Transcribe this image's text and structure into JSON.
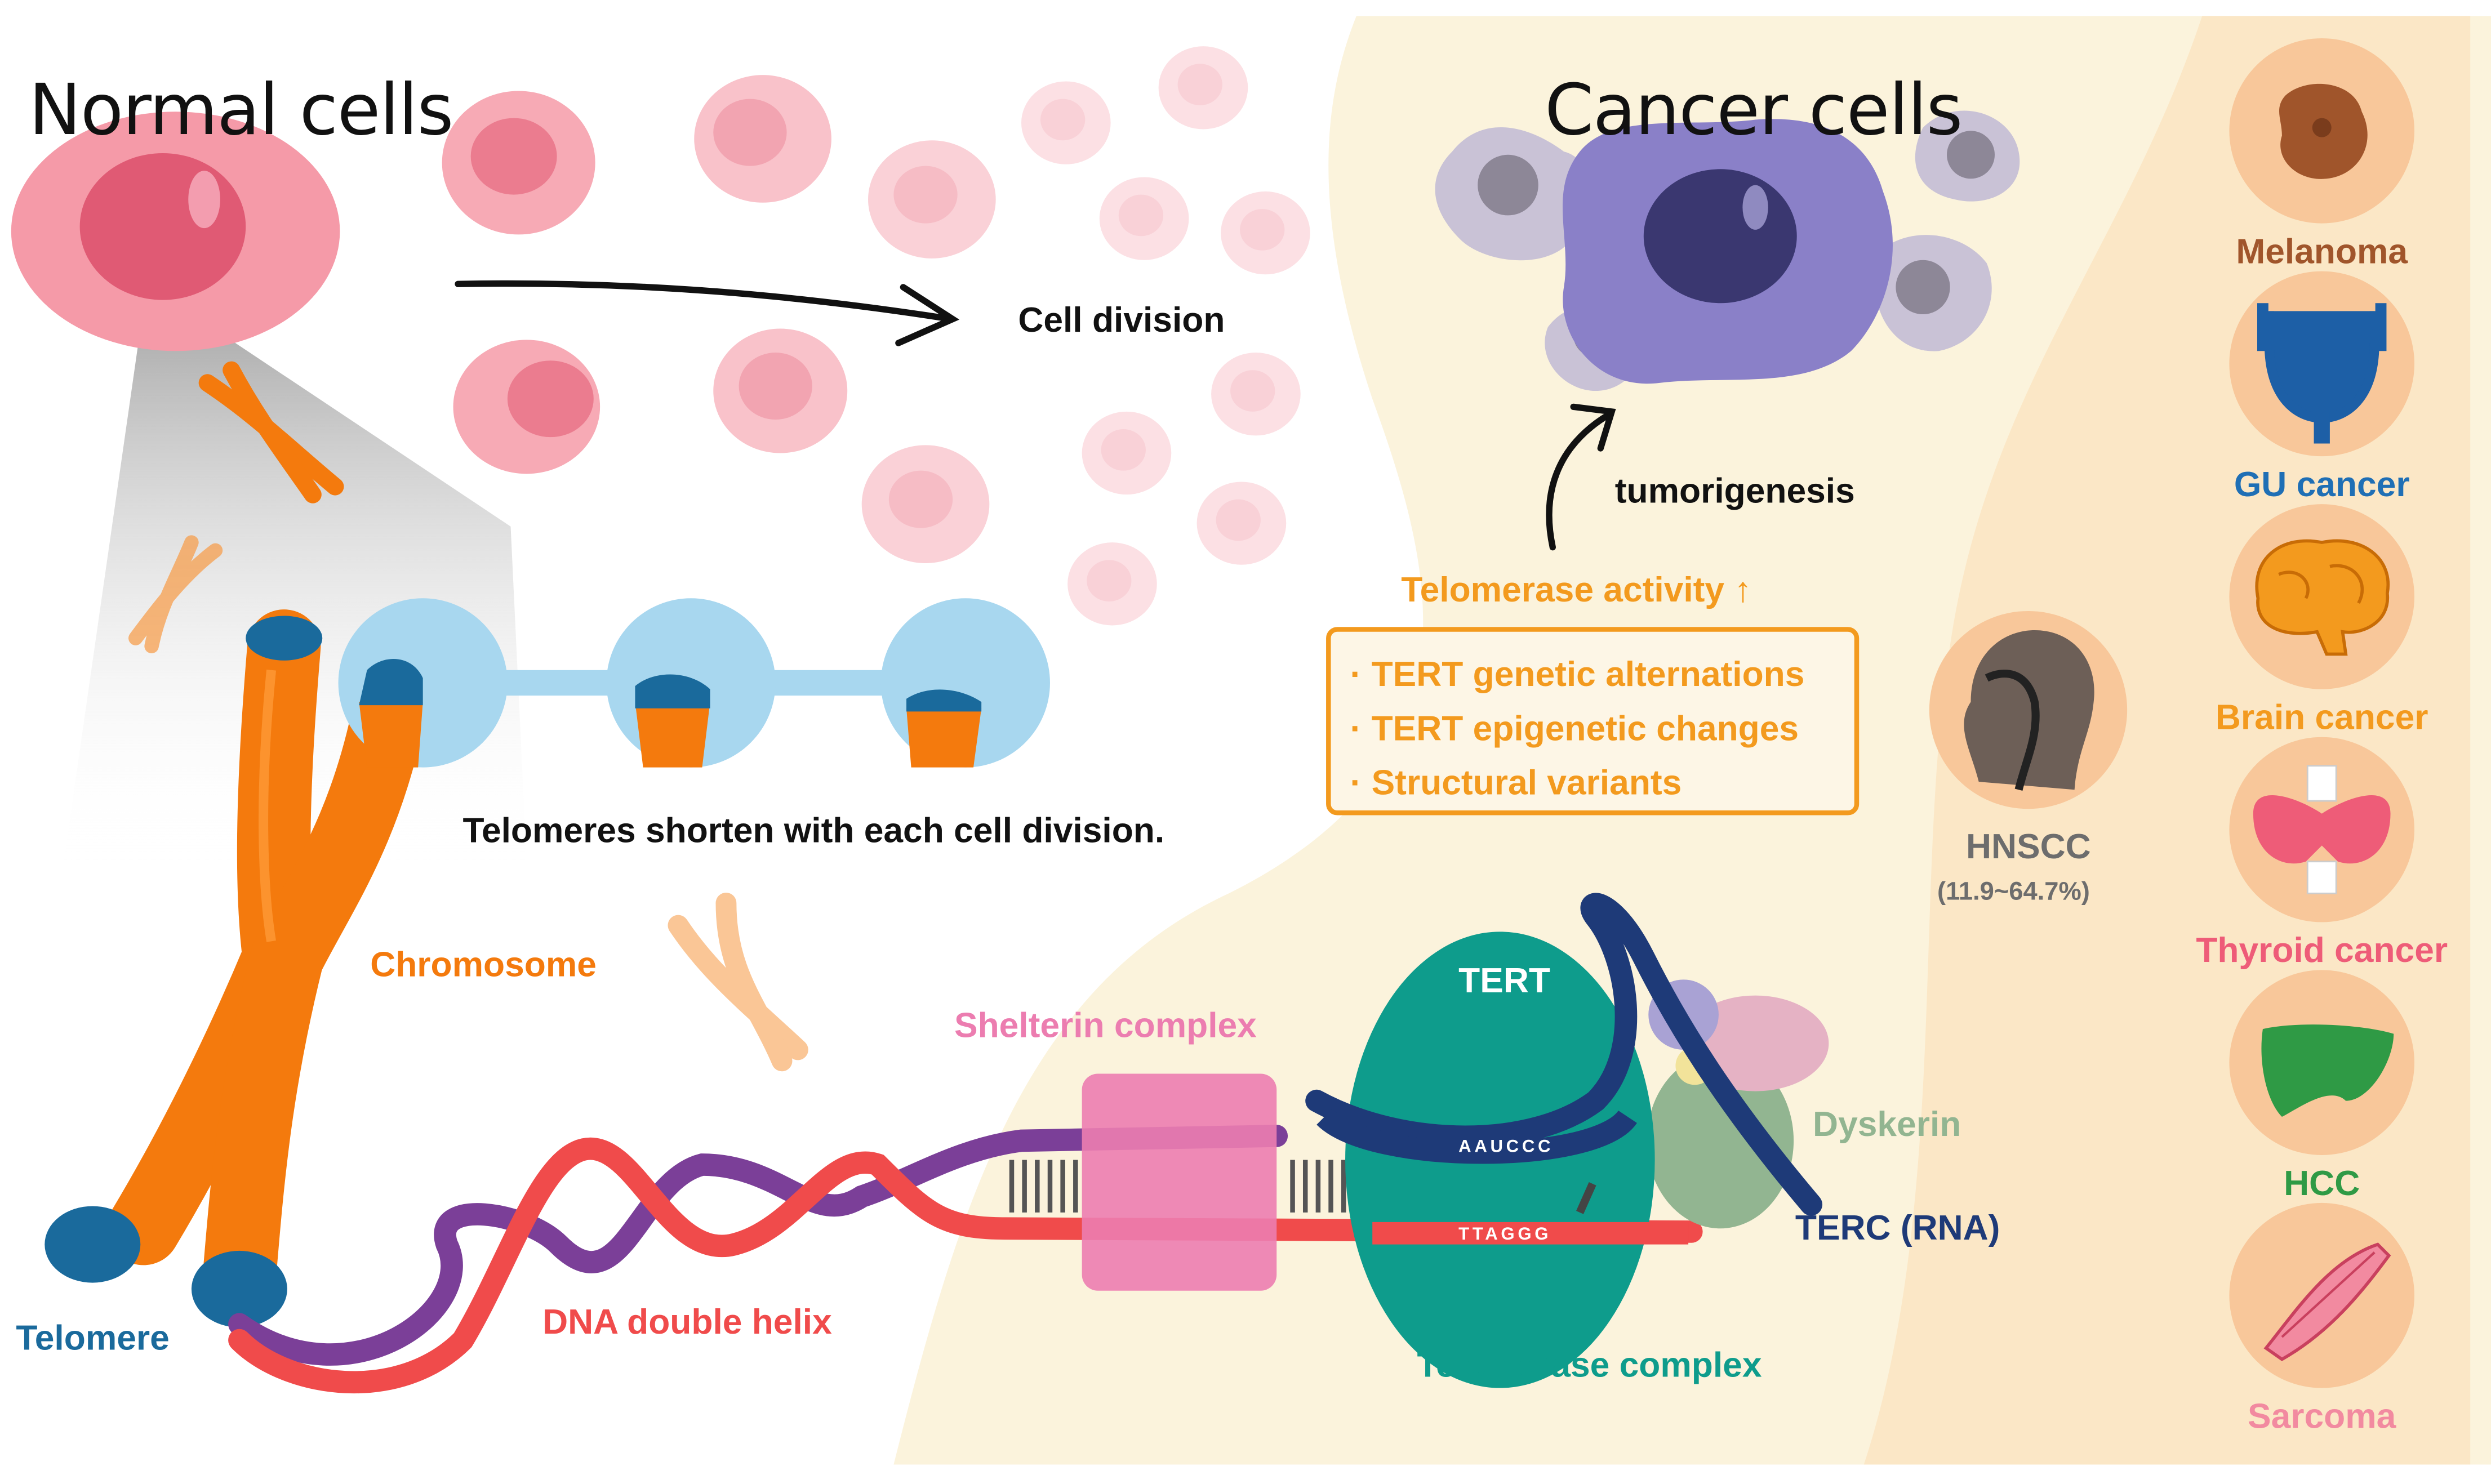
{
  "titles": {
    "normal": "Normal cells",
    "cancer": "Cancer cells"
  },
  "labels": {
    "cell_division": "Cell division",
    "telomeres_shorten": "Telomeres shorten with each cell division.",
    "chromosome": "Chromosome",
    "telomere": "Telomere",
    "dna_helix": "DNA double helix",
    "shelterin": "Shelterin complex",
    "tert": "TERT",
    "aauccc": "AAUCCC",
    "ttaggg": "TTAGGG",
    "dyskerin": "Dyskerin",
    "terc": "TERC (RNA)",
    "telomerase_complex": "Telomerase complex",
    "tumorigenesis": "tumorigenesis",
    "telomerase_activity": "Telomerase activity ↑"
  },
  "mechanisms": [
    "· TERT genetic alternations",
    "· TERT epigenetic changes",
    "· Structural variants"
  ],
  "hnscc": {
    "name": "HNSCC",
    "range": "(11.9~64.7%)"
  },
  "cancers": [
    {
      "name": "Melanoma",
      "color": "#a0552b",
      "icon": "melanoma-icon"
    },
    {
      "name": "GU cancer",
      "color": "#1f6fb5",
      "icon": "bladder-icon"
    },
    {
      "name": "Brain cancer",
      "color": "#f39a1e",
      "icon": "brain-icon"
    },
    {
      "name": "Thyroid cancer",
      "color": "#ee5c78",
      "icon": "thyroid-icon"
    },
    {
      "name": "HCC",
      "color": "#2f9a45",
      "icon": "liver-icon"
    },
    {
      "name": "Sarcoma",
      "color": "#f28aa0",
      "icon": "muscle-icon"
    }
  ],
  "colors": {
    "panel": "#fbf3dc",
    "cancer_column": "#fbe7c6",
    "chromosome": "#f47a0d",
    "telomere_cap": "#1a6a9c",
    "tert": "#0e9c8c",
    "dna_red": "#f04b4b",
    "dna_purple": "#7b3f98",
    "shelterin": "#ec7db0",
    "terc": "#1e3a78"
  }
}
